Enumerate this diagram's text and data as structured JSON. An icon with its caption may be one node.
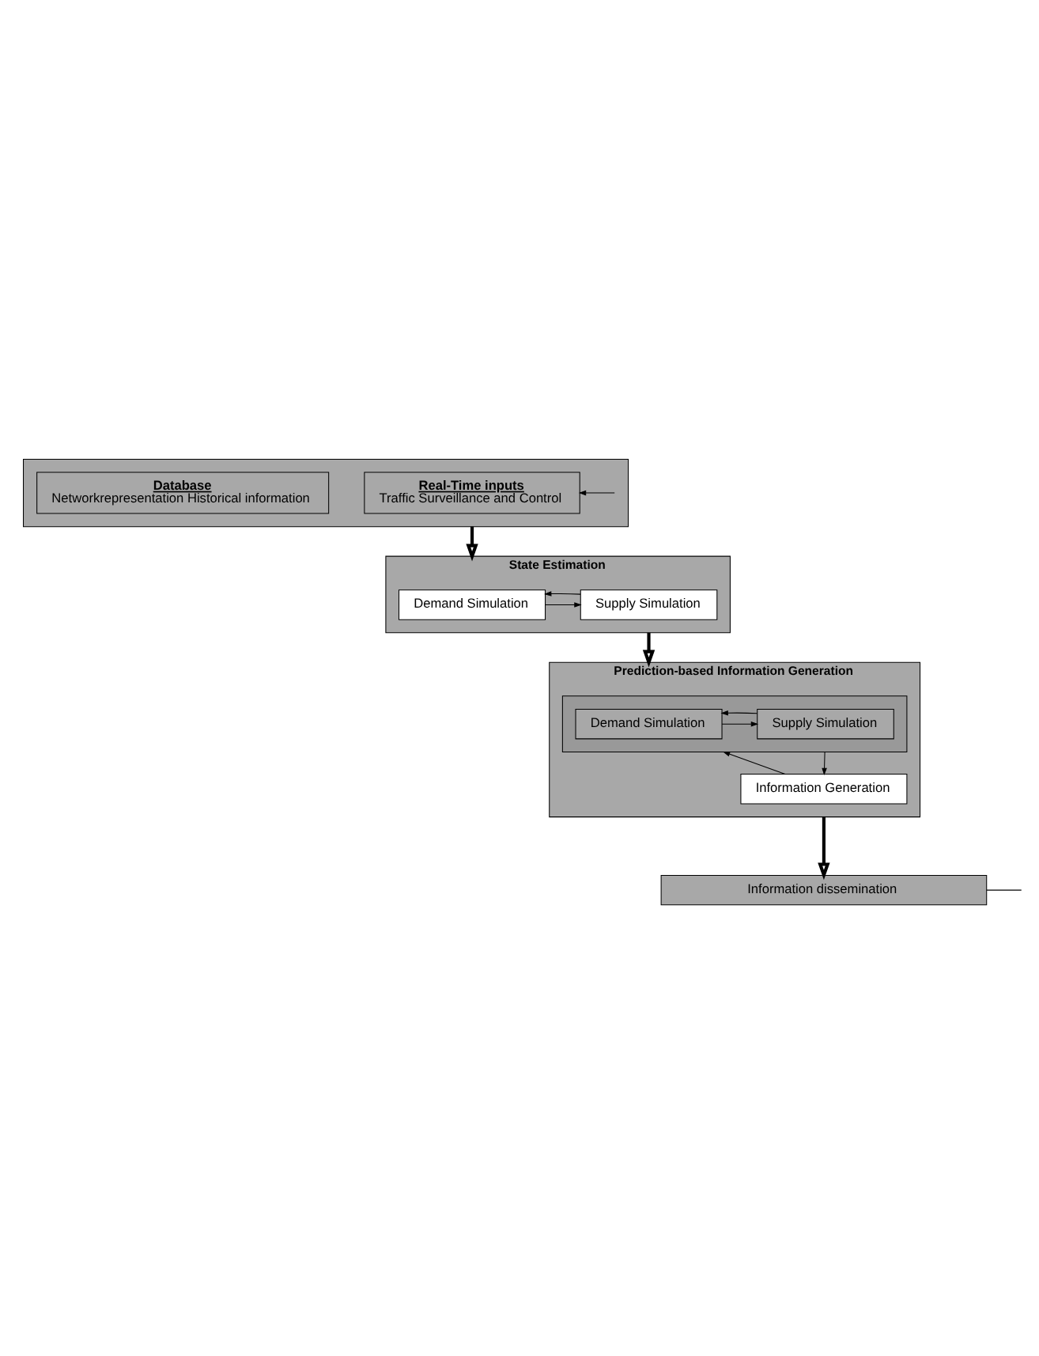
{
  "diagram": {
    "nodes": [
      {
        "text": [],
        "shape": "box"
      },
      {
        "text": [
          "Database",
          "Networkrepresentation Historical information"
        ],
        "in": 0
      },
      {
        "text": [
          "Real-Time inputs",
          "Traffic Surveillance and Control"
        ],
        "in": 0
      },
      {
        "text": [
          "State Estimation"
        ]
      },
      {
        "text": [
          "Demand Simulation"
        ],
        "in": 3
      },
      {
        "text": [
          "Supply Simulation"
        ],
        "in": 3
      },
      {
        "text": [
          "Prediction-based Information Generation"
        ]
      },
      {
        "text": [],
        "shape": "box",
        "in": 6
      },
      {
        "text": [
          "Demand Simulation"
        ],
        "in": 7
      },
      {
        "text": [
          "Supply Simulation"
        ],
        "in": 7
      },
      {
        "text": [
          "Information Generation"
        ],
        "in": 6
      },
      {
        "text": [
          "Information dissemination"
        ]
      }
    ],
    "edges": [
      {
        "from": null,
        "to": 2,
        "arrow": "to"
      },
      {
        "from": 0,
        "to": 3,
        "arrow": "to",
        "style": "thick"
      },
      {
        "from": 4,
        "to": 5,
        "arrow": "to"
      },
      {
        "from": 5,
        "to": 4,
        "arrow": "to"
      },
      {
        "from": 3,
        "to": 6,
        "arrow": "to",
        "style": "thick"
      },
      {
        "from": 8,
        "to": 9,
        "arrow": "to"
      },
      {
        "from": 9,
        "to": 8,
        "arrow": "to"
      },
      {
        "from": 7,
        "to": 10,
        "arrow": "to"
      },
      {
        "from": 10,
        "to": 7,
        "arrow": "to"
      },
      {
        "from": 6,
        "to": 11,
        "arrow": "to",
        "style": "thick"
      },
      {
        "from": 11,
        "to": null,
        "arrow": "none"
      }
    ]
  }
}
